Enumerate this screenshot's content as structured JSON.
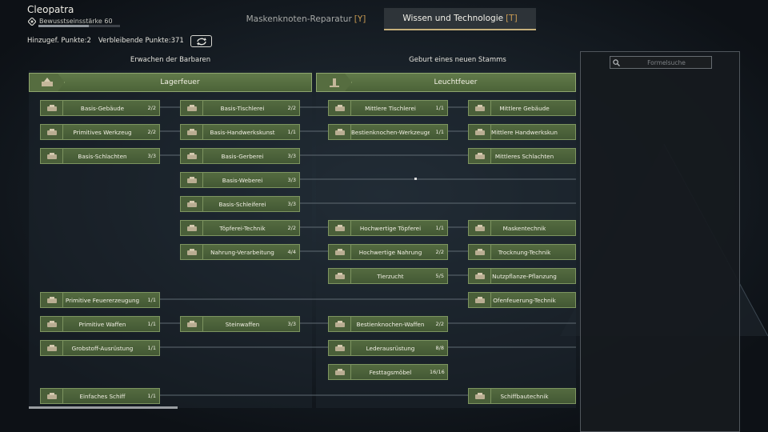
{
  "player": {
    "name": "Cleopatra",
    "consciousness": "Bewusstseinsstärke 60"
  },
  "tabs": [
    {
      "label": "Maskenknoten-Reparatur",
      "key": "[Y]"
    },
    {
      "label": "Wissen und Technologie",
      "key": "[T]"
    }
  ],
  "points": {
    "added": "Hinzugef. Punkte:2",
    "remaining": "Verbleibende Punkte:371"
  },
  "columns": [
    {
      "title": "Erwachen der Barbaren",
      "header": "Lagerfeuer"
    },
    {
      "title": "Geburt eines neuen Stamms",
      "header": "Leuchtfeuer"
    }
  ],
  "search": {
    "placeholder": "Formelsuche"
  },
  "nodes": [
    {
      "name": "Basis-Gebäude",
      "count": "2/2",
      "icon": "building-icon"
    },
    {
      "name": "Basis-Tischlerei",
      "count": "2/2",
      "icon": "carpentry-icon"
    },
    {
      "name": "Mittlere Tischlerei",
      "count": "1/1",
      "icon": "carpentry-icon"
    },
    {
      "name": "Mittlere Gebäude",
      "count": "",
      "icon": "building-icon"
    },
    {
      "name": "Primitives Werkzeug",
      "count": "2/2",
      "icon": "axe-icon"
    },
    {
      "name": "Basis-Handwerkskunst",
      "count": "1/1",
      "icon": "workbench-icon"
    },
    {
      "name": "Bestienknochen-Werkzeuge",
      "count": "1/1",
      "icon": "bone-axe-icon"
    },
    {
      "name": "Mittlere Handwerkskunst",
      "count": "",
      "icon": "workbench-icon"
    },
    {
      "name": "Basis-Schlachten",
      "count": "3/3",
      "icon": "butcher-icon"
    },
    {
      "name": "Basis-Gerberei",
      "count": "3/3",
      "icon": "tannery-icon"
    },
    {
      "name": "Mittleres Schlachten",
      "count": "",
      "icon": "butcher-icon"
    },
    {
      "name": "Basis-Weberei",
      "count": "3/3",
      "icon": "loom-icon"
    },
    {
      "name": "Basis-Schleiferei",
      "count": "3/3",
      "icon": "grindstone-icon"
    },
    {
      "name": "Töpferei-Technik",
      "count": "2/2",
      "icon": "pottery-icon"
    },
    {
      "name": "Hochwertige Töpferei",
      "count": "1/1",
      "icon": "pottery-icon"
    },
    {
      "name": "Maskentechnik",
      "count": "",
      "icon": "mask-icon"
    },
    {
      "name": "Nahrung-Verarbeitung",
      "count": "4/4",
      "icon": "food-icon"
    },
    {
      "name": "Hochwertige Nahrung",
      "count": "2/2",
      "icon": "food-icon"
    },
    {
      "name": "Trocknung-Technik",
      "count": "",
      "icon": "drying-rack-icon"
    },
    {
      "name": "Tierzucht",
      "count": "5/5",
      "icon": "animal-pen-icon"
    },
    {
      "name": "Nutzpflanze-Pflanzung",
      "count": "",
      "icon": "planting-icon"
    },
    {
      "name": "Primitive Feuererzeugung",
      "count": "1/1",
      "icon": "fire-stick-icon"
    },
    {
      "name": "Ofenfeuerung-Technik",
      "count": "",
      "icon": "kiln-icon"
    },
    {
      "name": "Primitive Waffen",
      "count": "1/1",
      "icon": "spear-icon"
    },
    {
      "name": "Steinwaffen",
      "count": "3/3",
      "icon": "stone-spear-icon"
    },
    {
      "name": "Bestienknochen-Waffen",
      "count": "2/2",
      "icon": "bone-spear-icon"
    },
    {
      "name": "Grobstoff-Ausrüstung",
      "count": "1/1",
      "icon": "cloth-armor-icon"
    },
    {
      "name": "Lederausrüstung",
      "count": "8/8",
      "icon": "leather-armor-icon"
    },
    {
      "name": "Festtagsmöbel",
      "count": "16/16",
      "icon": "festival-tree-icon"
    },
    {
      "name": "Einfaches Schiff",
      "count": "1/1",
      "icon": "raft-icon"
    },
    {
      "name": "Schiffbautechnik",
      "count": "",
      "icon": "ship-icon"
    }
  ],
  "colors": {
    "node_green": "#4c6338",
    "node_border": "#8ea56e",
    "tab_key": "#c99b52"
  }
}
